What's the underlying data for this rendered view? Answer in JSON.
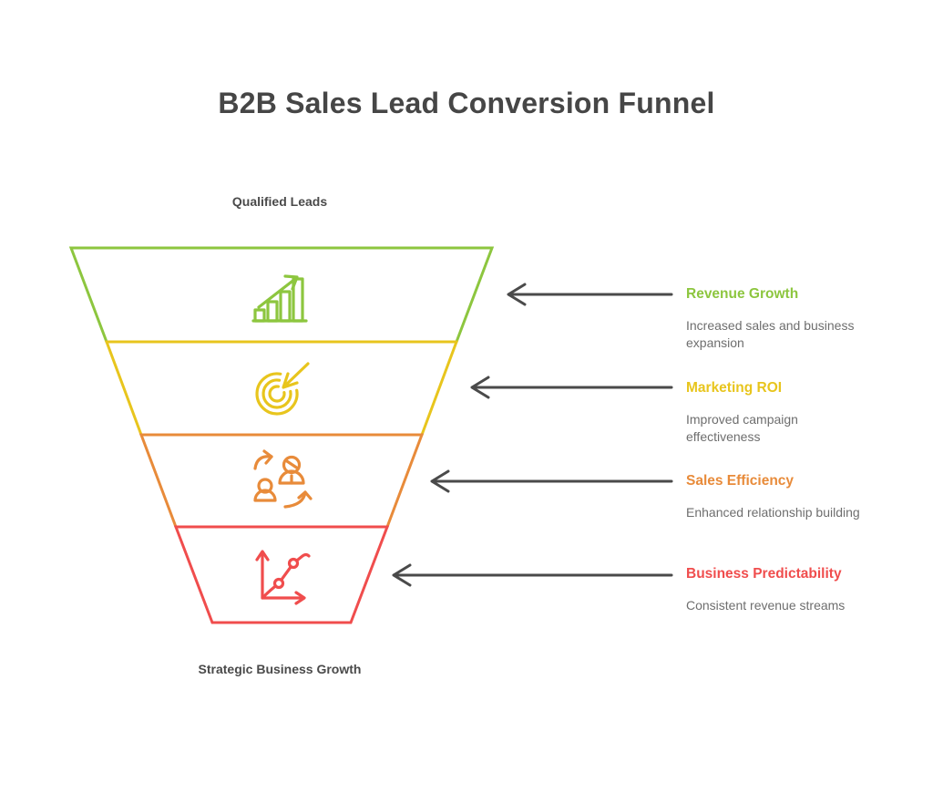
{
  "title": "B2B Sales Lead Conversion Funnel",
  "funnel": {
    "top_label": "Qualified Leads",
    "bottom_label": "Strategic Business Growth",
    "segments": [
      {
        "name": "revenue-growth",
        "color": "#8DC63F",
        "icon": "growth-chart-icon",
        "heading": "Revenue Growth",
        "description": "Increased sales and business expansion"
      },
      {
        "name": "marketing-roi",
        "color": "#E8C51D",
        "icon": "target-arrow-icon",
        "heading": "Marketing ROI",
        "description": "Improved campaign effectiveness"
      },
      {
        "name": "sales-efficiency",
        "color": "#E88B3A",
        "icon": "people-exchange-icon",
        "heading": "Sales Efficiency",
        "description": "Enhanced relationship building"
      },
      {
        "name": "business-predictability",
        "color": "#F04D4D",
        "icon": "trend-graph-icon",
        "heading": "Business Predictability",
        "description": "Consistent revenue streams"
      }
    ]
  },
  "colors": {
    "background": "#FFFFFF",
    "title_text": "#464646",
    "label_text": "#4A4A4A",
    "description_text": "#6E6E6E",
    "arrow": "#4A4A4A"
  }
}
